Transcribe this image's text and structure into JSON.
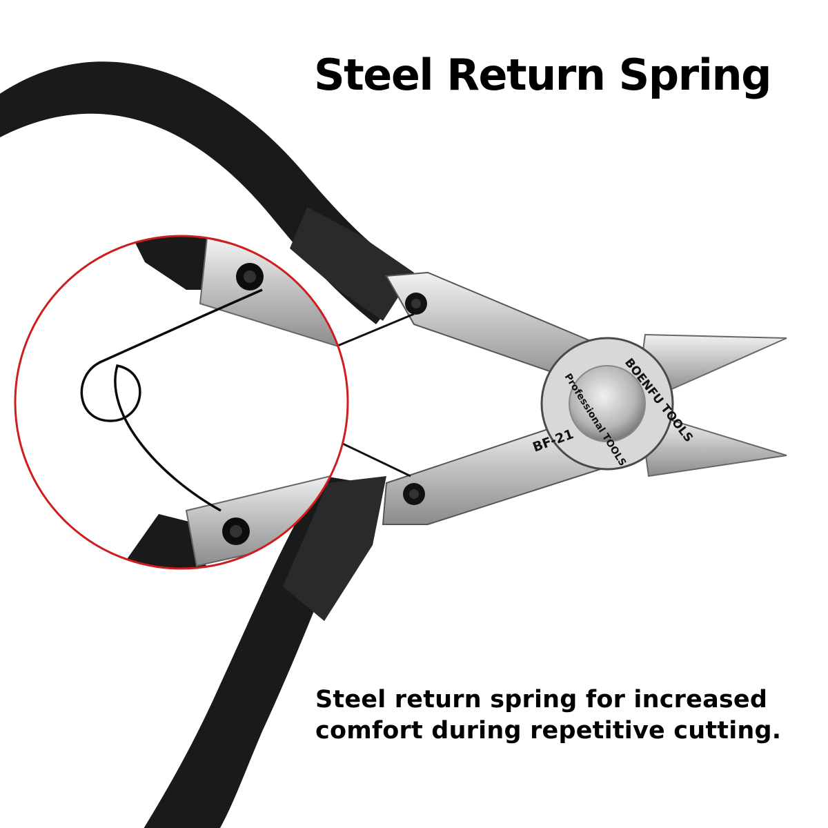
{
  "headline": "Steel Return Spring",
  "caption": {
    "line1": "Steel return spring for increased",
    "line2": "comfort during repetitive cutting."
  },
  "product": {
    "brand_engraving": "BOENFU TOOLS",
    "sub_engraving": "Professional TOOLS",
    "model_engraving": "BF-21"
  },
  "colors": {
    "background": "#ffffff",
    "handle": "#1a1a1a",
    "steel": "#c9c9c9",
    "zoom_ring": "#d01c1c",
    "text": "#000000"
  }
}
